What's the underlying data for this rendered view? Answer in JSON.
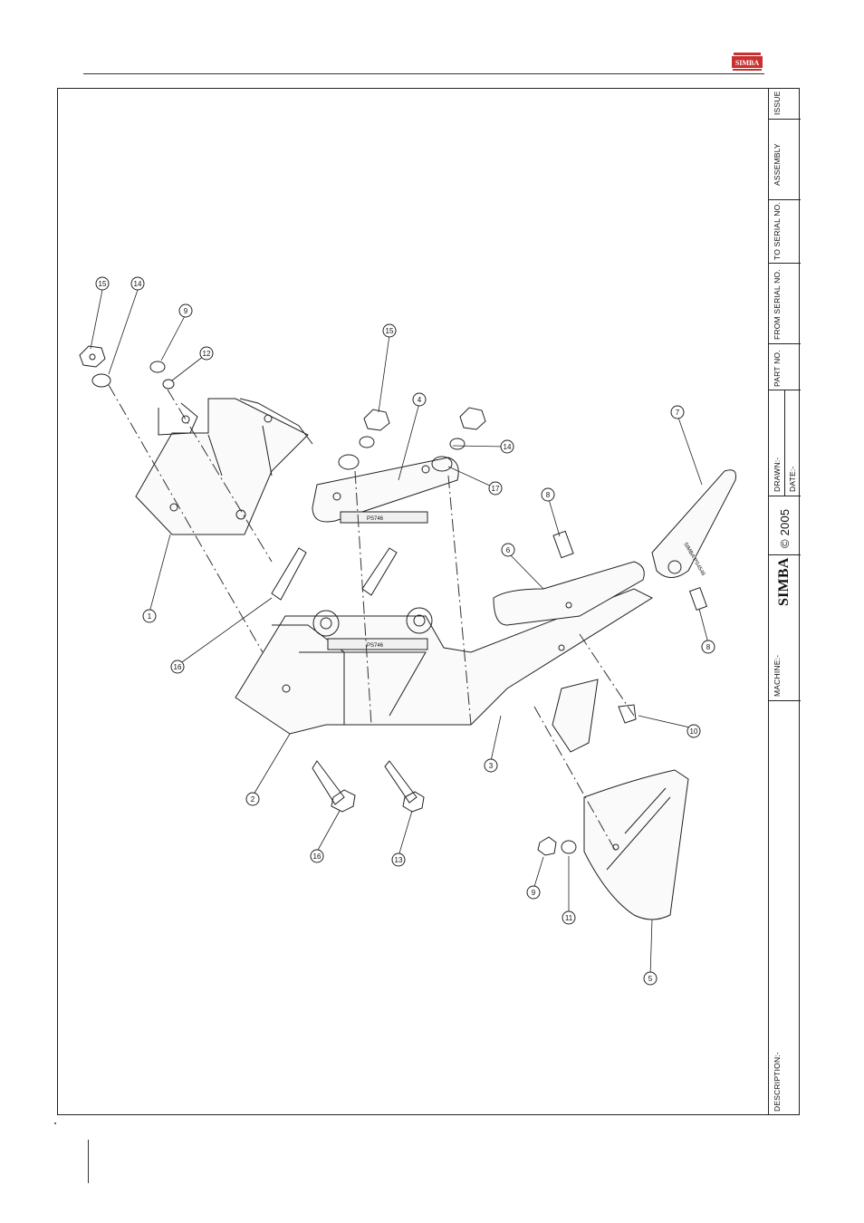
{
  "brand": {
    "logo_text": "SIMBA",
    "logo_color": "#c8312f"
  },
  "title_block": {
    "issue_label": "ISSUE",
    "assembly_label": "ASSEMBLY",
    "to_serial_label": "TO SERIAL NO.",
    "from_serial_label": "FROM SERIAL NO.",
    "part_no_label": "PART NO.",
    "drawn_label": "DRAWN:-",
    "date_label": "DATE:-",
    "copyright_brand": "SIMBA",
    "copyright_text": "© 2005",
    "machine_label": "MACHINE:-",
    "description_label": "DESCRIPTION:-"
  },
  "drawing": {
    "callouts": [
      "15",
      "14",
      "9",
      "12",
      "15",
      "4",
      "14",
      "17",
      "7",
      "8",
      "6",
      "1",
      "16",
      "2",
      "16",
      "13",
      "3",
      "8",
      "10",
      "9",
      "11",
      "5"
    ],
    "part_marks": [
      "PS746",
      "PS746",
      "SIMBA PS4546"
    ]
  }
}
